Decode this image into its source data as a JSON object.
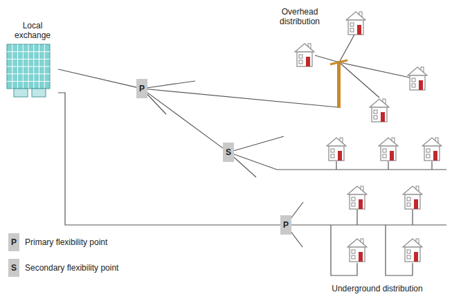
{
  "diagram": {
    "nodes": [
      {
        "text": [
          "Local exchange"
        ]
      },
      {
        "text": [
          "P"
        ]
      },
      {
        "text": [
          "S"
        ]
      },
      {
        "text": [
          "P"
        ]
      }
    ],
    "edges": [
      {
        "from": 0,
        "to": 1,
        "arrow": "none"
      },
      {
        "from": 1,
        "to": 2,
        "arrow": "none"
      },
      {
        "from": 0,
        "to": 3,
        "arrow": "none"
      }
    ],
    "labels": [
      "Overhead distribution",
      "Underground distribution",
      "P",
      "S"
    ],
    "legend": [
      {
        "text": "Primary flexibility point"
      },
      {
        "text": "Secondary flexibility point"
      }
    ]
  }
}
